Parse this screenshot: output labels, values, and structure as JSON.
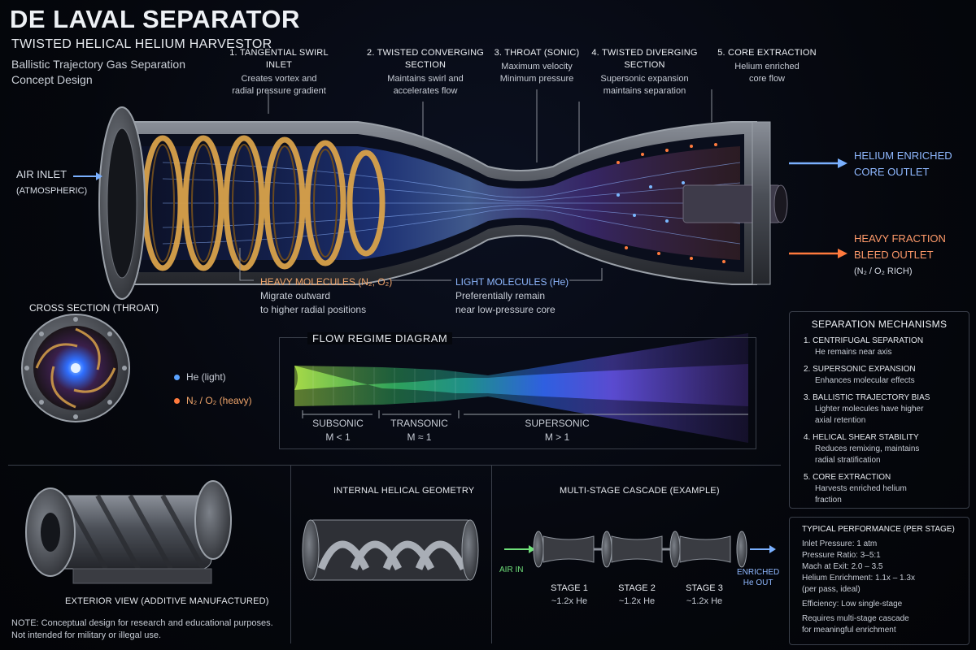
{
  "header": {
    "title": "DE LAVAL SEPARATOR",
    "subtitle": "TWISTED HELICAL HELIUM HARVESTOR",
    "desc_line1": "Ballistic Trajectory Gas Separation",
    "desc_line2": "Concept Design"
  },
  "steps": [
    {
      "title": "1. TANGENTIAL SWIRL INLET",
      "line1": "Creates vortex and",
      "line2": "radial pressure gradient"
    },
    {
      "title": "2. TWISTED CONVERGING",
      "line1": "SECTION",
      "line2": "Maintains swirl and",
      "line3": "accelerates flow"
    },
    {
      "title": "3. THROAT (SONIC)",
      "line1": "Maximum velocity",
      "line2": "Minimum pressure"
    },
    {
      "title": "4. TWISTED DIVERGING",
      "line1": "SECTION",
      "line2": "Supersonic expansion",
      "line3": "maintains separation"
    },
    {
      "title": "5. CORE EXTRACTION",
      "line1": "Helium enriched",
      "line2": "core flow"
    }
  ],
  "inlet": {
    "line1": "AIR INLET",
    "line2": "(ATMOSPHERIC)"
  },
  "he_outlet": {
    "line1": "HELIUM ENRICHED",
    "line2": "CORE OUTLET"
  },
  "heavy_outlet": {
    "line1": "HEAVY FRACTION",
    "line2": "BLEED OUTLET",
    "line3": "(N₂ / O₂ RICH)"
  },
  "heavy_molecules": {
    "title": "HEAVY MOLECULES (N₂, O₂)",
    "line1": "Migrate outward",
    "line2": "to higher radial positions"
  },
  "light_molecules": {
    "title": "LIGHT MOLECULES (He)",
    "line1": "Preferentially remain",
    "line2": "near low-pressure core"
  },
  "cross_section": {
    "title": "CROSS SECTION (THROAT)",
    "legend_he": "He (light)",
    "legend_heavy": "N₂ / O₂ (heavy)"
  },
  "flow_regime": {
    "title": "FLOW REGIME DIAGRAM",
    "regimes": [
      {
        "name": "SUBSONIC",
        "mach": "M < 1"
      },
      {
        "name": "TRANSONIC",
        "mach": "M ≈ 1"
      },
      {
        "name": "SUPERSONIC",
        "mach": "M > 1"
      }
    ]
  },
  "separation": {
    "title": "SEPARATION MECHANISMS",
    "items": [
      {
        "title": "1.  CENTRIFUGAL SEPARATION",
        "l1": "He remains near axis",
        "l2": ""
      },
      {
        "title": "2.  SUPERSONIC EXPANSION",
        "l1": "Enhances molecular effects",
        "l2": ""
      },
      {
        "title": "3.  BALLISTIC TRAJECTORY BIAS",
        "l1": "Lighter molecules have higher",
        "l2": "axial retention"
      },
      {
        "title": "4.  HELICAL SHEAR STABILITY",
        "l1": "Reduces remixing, maintains",
        "l2": "radial stratification"
      },
      {
        "title": "5.  CORE EXTRACTION",
        "l1": "Harvests enriched helium",
        "l2": "fraction"
      }
    ]
  },
  "performance": {
    "title": "TYPICAL PERFORMANCE (PER STAGE)",
    "lines": [
      "Inlet Pressure:  1 atm",
      "Pressure Ratio:  3–5:1",
      "Mach at Exit:    2.0 – 3.5",
      "Helium Enrichment: 1.1x – 1.3x",
      "(per pass, ideal)",
      "Efficiency:  Low single-stage",
      "Requires multi-stage cascade",
      "for meaningful enrichment"
    ]
  },
  "exterior": {
    "caption": "EXTERIOR VIEW (ADDITIVE MANUFACTURED)"
  },
  "internal": {
    "title": "INTERNAL HELICAL GEOMETRY"
  },
  "cascade": {
    "title": "MULTI-STAGE CASCADE (EXAMPLE)",
    "air_in": "AIR IN",
    "out_line1": "ENRICHED",
    "out_line2": "He OUT",
    "stages": [
      {
        "name": "STAGE 1",
        "gain": "~1.2x He"
      },
      {
        "name": "STAGE 2",
        "gain": "~1.2x He"
      },
      {
        "name": "STAGE 3",
        "gain": "~1.2x He"
      }
    ]
  },
  "note": {
    "line1": "NOTE: Conceptual design for research and educational purposes.",
    "line2": "Not intended for military or illegal use."
  },
  "colors": {
    "helium": "#5aa2ff",
    "heavy": "#ff7a3d",
    "accent_green": "#6fe07a",
    "panel_border": "#3a3f4a"
  }
}
